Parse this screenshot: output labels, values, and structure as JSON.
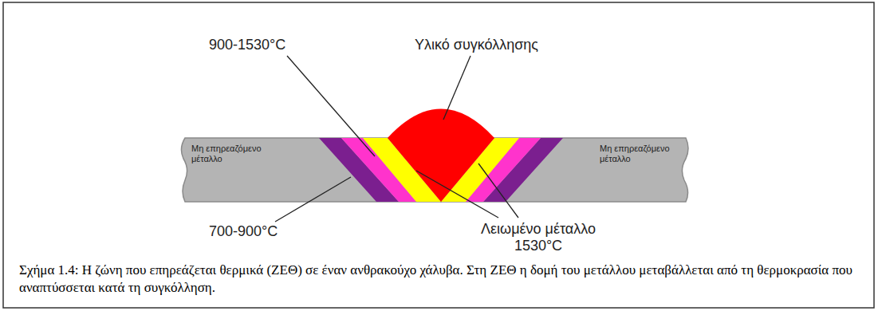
{
  "diagram": {
    "caption": "Σχήμα 1.4: Η ζώνη που επηρεάζεται θερμικά (ΖΕΘ) σε έναν ανθρακούχο χάλυβα. Στη ΖΕΘ η δομή του μετάλλου μεταβάλλεται από τη θερμοκρασία που αναπτύσσεται κατά τη συγκόλληση.",
    "labels": [
      "900-1530°C",
      "Υλικό συγκόλλησης",
      "Μη επηρεαζόμενο μέταλλο",
      "Μη επηρεαζόμενο μέταλλο",
      "700-900°C",
      "Λειωμένο μέταλλο 1530°C"
    ]
  }
}
